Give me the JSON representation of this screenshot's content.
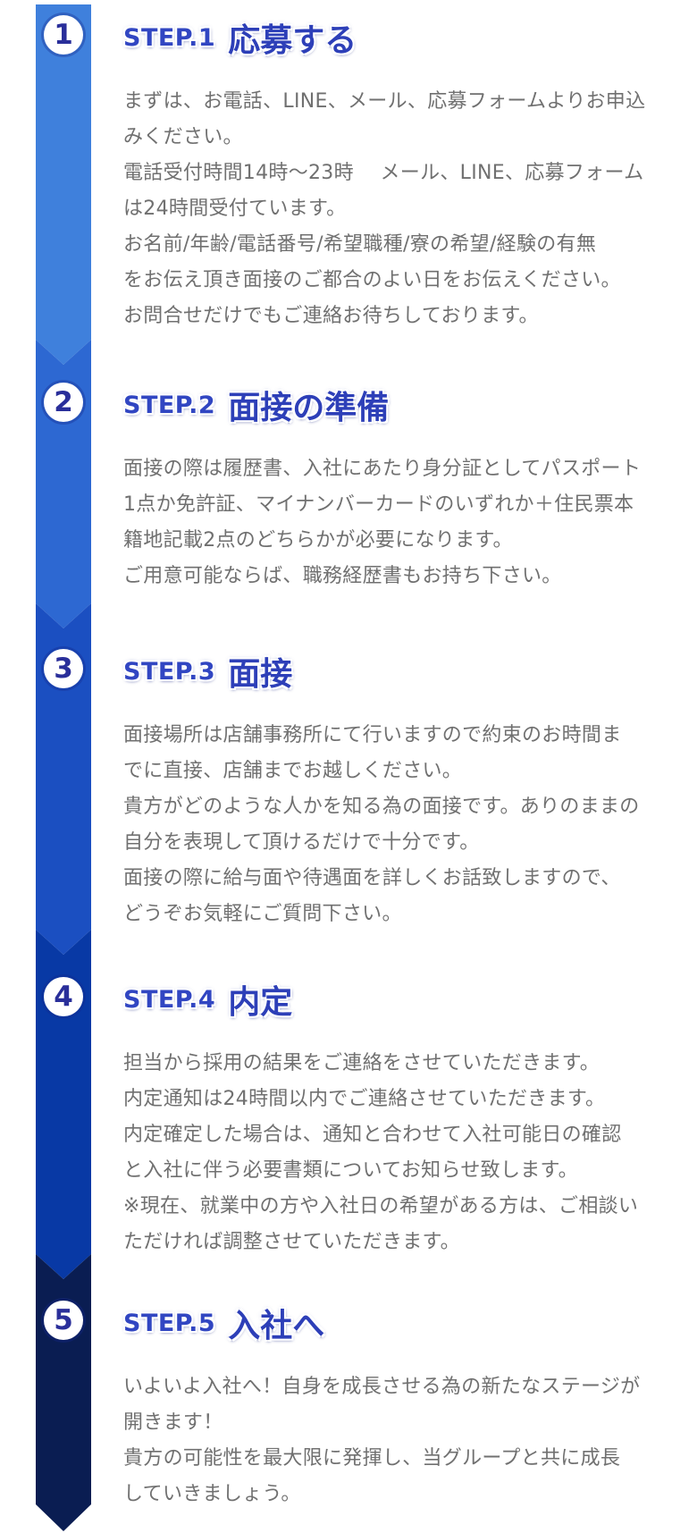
{
  "colors": {
    "step1": "#3f80dc",
    "step2": "#2d68d2",
    "step3": "#1b4fc1",
    "step4": "#0839a5",
    "step5": "#0a1d52",
    "badge_text": "#2a2f9a",
    "body_text": "#707070",
    "heading_text": "#2d3fb8"
  },
  "steps": [
    {
      "number": "1",
      "label": "STEP.1",
      "title": "応募する",
      "lines": [
        "まずは、お電話、LINE、メール、応募フォームよりお申込",
        "みください。",
        "電話受付時間14時～23時　 メール、LINE、応募フォーム",
        "は24時間受付ています。",
        "お名前/年齢/電話番号/希望職種/寮の希望/経験の有無",
        "をお伝え頂き面接のご都合のよい日をお伝えください。",
        "お問合せだけでもご連絡お待ちしております。"
      ]
    },
    {
      "number": "2",
      "label": "STEP.2",
      "title": "面接の準備",
      "lines": [
        "面接の際は履歴書、入社にあたり身分証としてパスポート",
        "1点か免許証、マイナンバーカードのいずれか＋住民票本",
        "籍地記載2点のどちらかが必要になります。",
        "ご用意可能ならば、職務経歴書もお持ち下さい。"
      ]
    },
    {
      "number": "3",
      "label": "STEP.3",
      "title": "面接",
      "lines": [
        "面接場所は店舗事務所にて行いますので約束のお時間ま",
        "でに直接、店舗までお越しください。",
        "貴方がどのような人かを知る為の面接です。ありのままの",
        "自分を表現して頂けるだけで十分です。",
        "面接の際に給与面や待遇面を詳しくお話致しますので、",
        "どうぞお気軽にご質問下さい。"
      ]
    },
    {
      "number": "4",
      "label": "STEP.4",
      "title": "内定",
      "lines": [
        "担当から採用の結果をご連絡をさせていただきます。",
        "内定通知は24時間以内でご連絡させていただきます。",
        "内定確定した場合は、通知と合わせて入社可能日の確認",
        "と入社に伴う必要書類についてお知らせ致します。",
        "※現在、就業中の方や入社日の希望がある方は、ご相談い",
        "ただければ調整させていただきます。"
      ]
    },
    {
      "number": "5",
      "label": "STEP.5",
      "title": "入社へ",
      "lines": [
        "いよいよ入社へ！自身を成長させる為の新たなステージが",
        "開きます！",
        "貴方の可能性を最大限に発揮し、当グループと共に成長",
        "していきましょう。"
      ]
    }
  ]
}
